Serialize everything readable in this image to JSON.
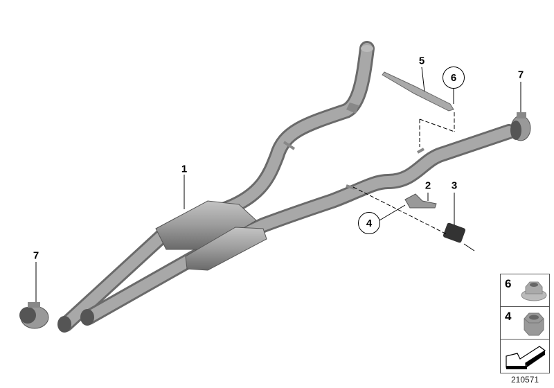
{
  "diagram_id": "210571",
  "callouts": [
    {
      "id": "1",
      "label": "1",
      "circled": false
    },
    {
      "id": "2",
      "label": "2",
      "circled": false
    },
    {
      "id": "3",
      "label": "3",
      "circled": false
    },
    {
      "id": "4",
      "label": "4",
      "circled": true
    },
    {
      "id": "5",
      "label": "5",
      "circled": false
    },
    {
      "id": "6",
      "label": "6",
      "circled": true
    },
    {
      "id": "7a",
      "label": "7",
      "circled": false
    },
    {
      "id": "7b",
      "label": "7",
      "circled": false
    }
  ],
  "legend": [
    {
      "label": "6",
      "icon": "flange-nut-icon"
    },
    {
      "label": "4",
      "icon": "hex-nut-icon"
    },
    {
      "label": "",
      "icon": "direction-arrow-icon"
    }
  ],
  "colors": {
    "pipe": "#9a9a9a",
    "pipe_dark": "#6e6e6e",
    "line": "#000000"
  }
}
